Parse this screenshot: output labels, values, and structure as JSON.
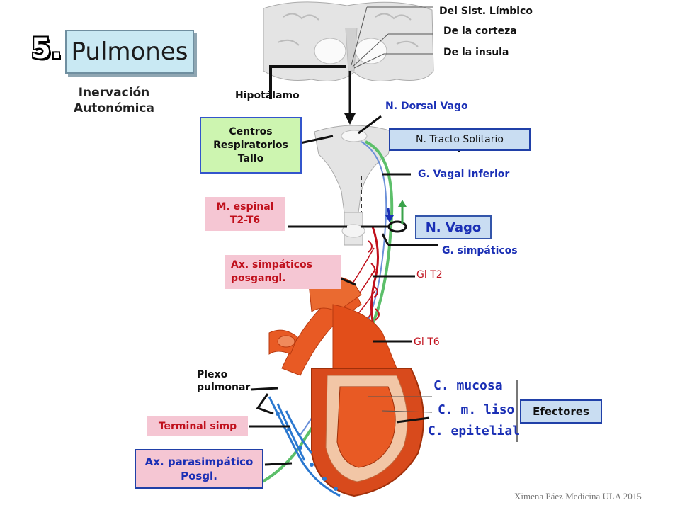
{
  "slide": {
    "number": "5.",
    "title": "Pulmones",
    "subtitle": "Inervación Autonómica",
    "credit": "Ximena Páez Medicina ULA 2015"
  },
  "labels": {
    "limbico": "Del Sist. Límbico",
    "corteza": "De la corteza",
    "insula": "De la insula",
    "hipotalamo": "Hipotálamo",
    "dorsal_vago": "N. Dorsal Vago",
    "tracto_solitario": "N. Tracto Solitario",
    "vagal_inferior": "G. Vagal Inferior",
    "n_vago": "N. Vago",
    "g_simpaticos": "G. simpáticos",
    "gl_t2": "Gl T2",
    "gl_t6": "Gl T6",
    "plexo_line1": "Plexo",
    "plexo_line2": "pulmonar",
    "c_mucosa": "C. mucosa",
    "c_m_liso": "C. m. liso",
    "c_epitelial": "C. epitelial",
    "efectores": "Efectores"
  },
  "boxes": {
    "centros": [
      "Centros",
      "Respiratorios",
      "Tallo"
    ],
    "medula": [
      "M. espinal",
      "T2-T6"
    ],
    "ax_simp": [
      "Ax. simpáticos",
      "posgangl."
    ],
    "terminal_simp": "Terminal simp",
    "ax_parasimp": [
      "Ax. parasimpático",
      "Posgl."
    ]
  },
  "colors": {
    "title_bg": "#c9e9f3",
    "green_box": "#cdf5b0",
    "pink_box": "#f5c6d3",
    "blue_box": "#c9ddf2",
    "label_blue": "#1a2fb5",
    "label_red": "#c0101c",
    "parasympathetic_nerve": "#5cbf6a",
    "sympathetic_nerve": "#c0101c",
    "bronchus": "#e8501e"
  }
}
